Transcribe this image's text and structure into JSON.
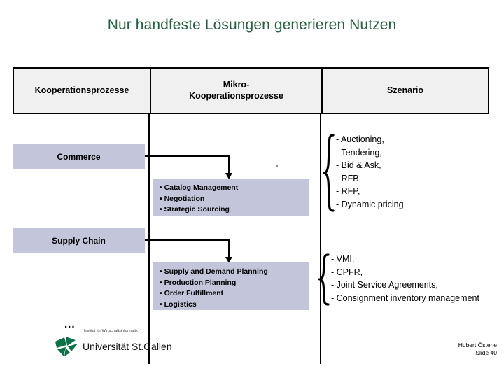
{
  "slide": {
    "title": "Nur handfeste Lösungen generieren Nutzen",
    "title_color": "#24603f",
    "background": "#ffffff"
  },
  "table": {
    "headers": [
      {
        "label": "Kooperationsprozesse"
      },
      {
        "label": "Mikro-\nKooperationsprozesse"
      },
      {
        "label": "Szenario"
      }
    ],
    "header_fill": "#f0f0f0",
    "border_color": "#000000"
  },
  "rows": [
    {
      "category": "Commerce",
      "micro_processes": [
        "Catalog Management",
        "Negotiation",
        "Strategic Sourcing"
      ],
      "scenarios": [
        "- Auctioning,",
        "- Tendering,",
        "- Bid & Ask,",
        "- RFB,",
        "- RFP,",
        "- Dynamic pricing"
      ]
    },
    {
      "category": "Supply Chain",
      "micro_processes": [
        "Supply and Demand Planning",
        "Production Planning",
        "Order Fulfillment",
        "Logistics"
      ],
      "scenarios": [
        "- VMI,",
        "- CPFR,",
        "- Joint Service Agreements,",
        "- Consignment inventory management"
      ]
    }
  ],
  "box_fill": "#c3c6da",
  "ellipsis": "...",
  "logo": {
    "institute": "Institut für Wirtschaftsinformatik",
    "wordmark": "Universität St.Gallen",
    "mark_color": "#0a7048"
  },
  "footer": {
    "author": "Hubert Österle",
    "slide_number": "Slide  40"
  }
}
